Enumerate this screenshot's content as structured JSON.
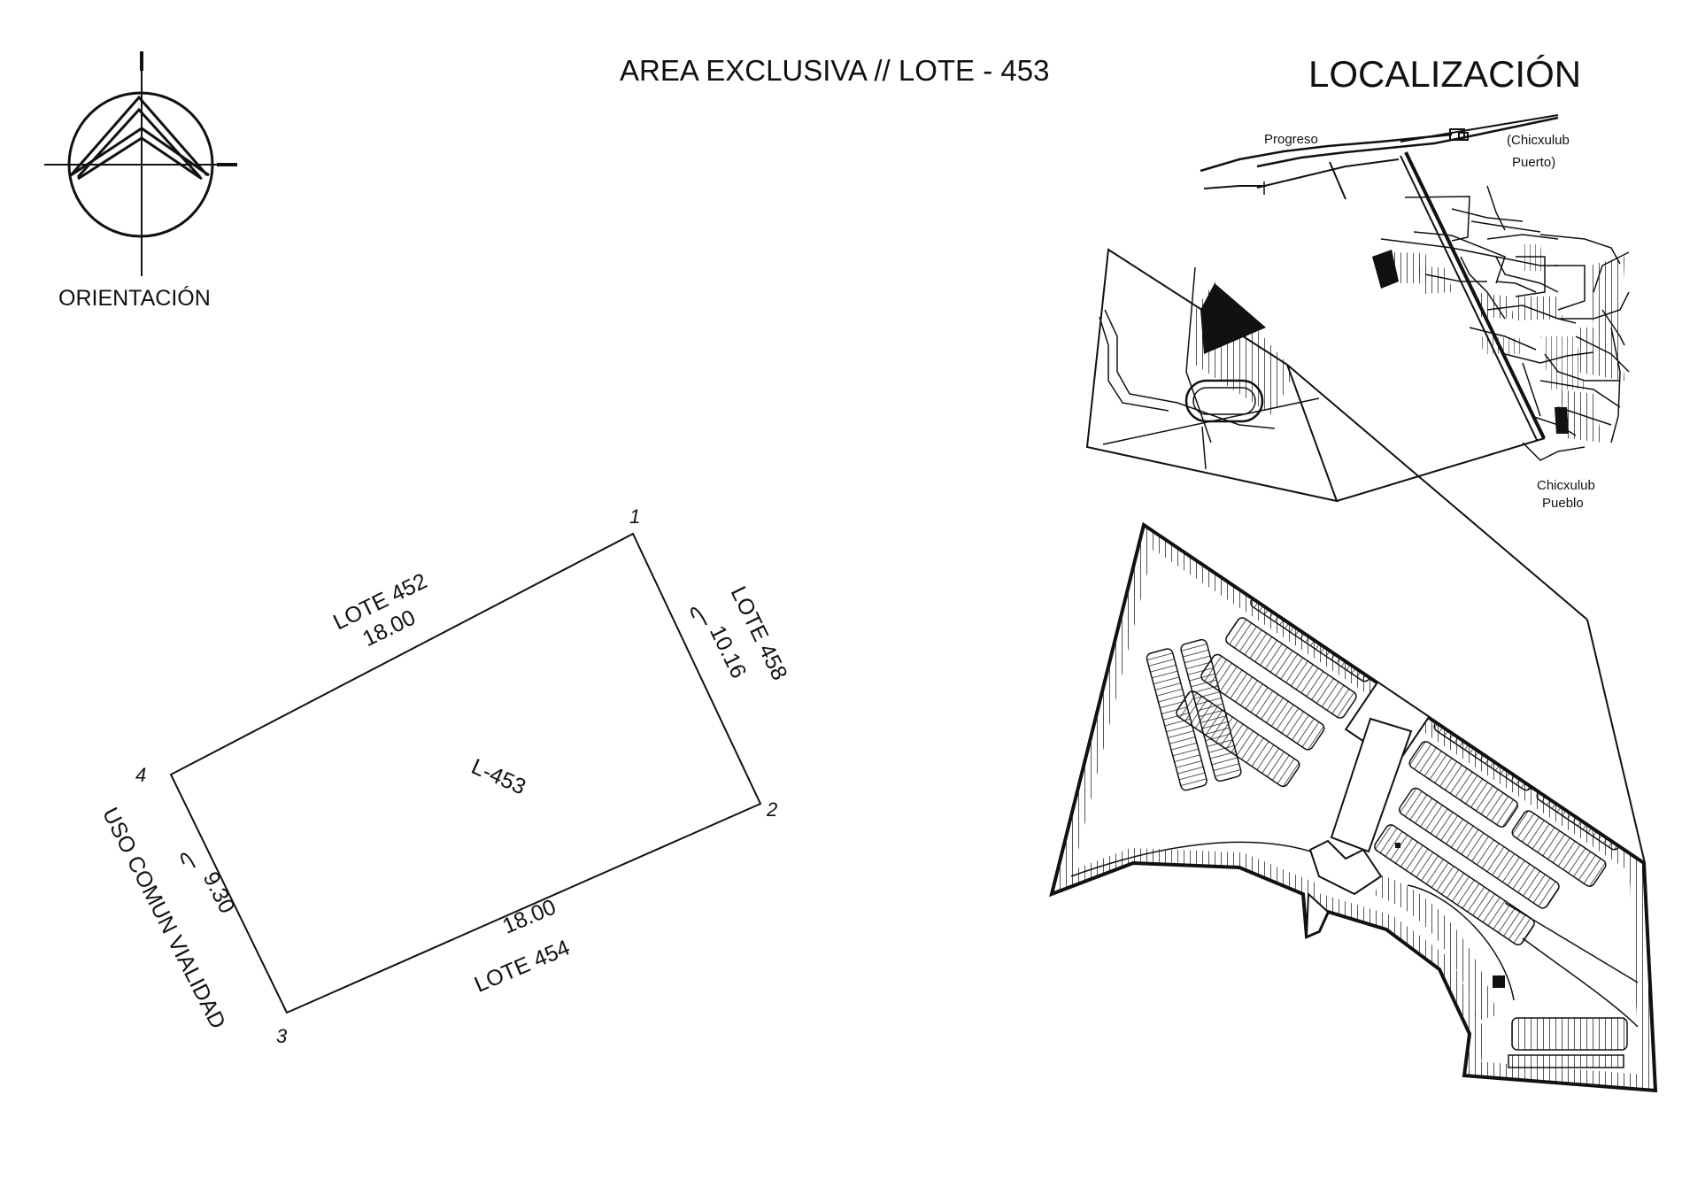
{
  "header": {
    "title": "AREA EXCLUSIVA // LOTE - 453",
    "location_title": "LOCALIZACIÓN"
  },
  "orientation": {
    "label": "ORIENTACIÓN",
    "icon": "north-arrow-icon"
  },
  "lot": {
    "id": "L-453",
    "corners": [
      "1",
      "2",
      "3",
      "4"
    ],
    "edges": {
      "north": {
        "neighbor": "LOTE 452",
        "length": "18.00"
      },
      "east": {
        "neighbor": "LOTE 458",
        "length": "10.16"
      },
      "south": {
        "neighbor": "LOTE 454",
        "length": "18.00"
      },
      "west": {
        "neighbor": "USO COMUN VIALIDAD",
        "length": "9.30"
      }
    }
  },
  "location_map": {
    "places": {
      "progreso": "Progreso",
      "chicxulub_puerto_1": "(Chicxulub",
      "chicxulub_puerto_2": "Puerto)",
      "chicxulub_pueblo_1": "Chicxulub",
      "chicxulub_pueblo_2": "Pueblo"
    }
  }
}
